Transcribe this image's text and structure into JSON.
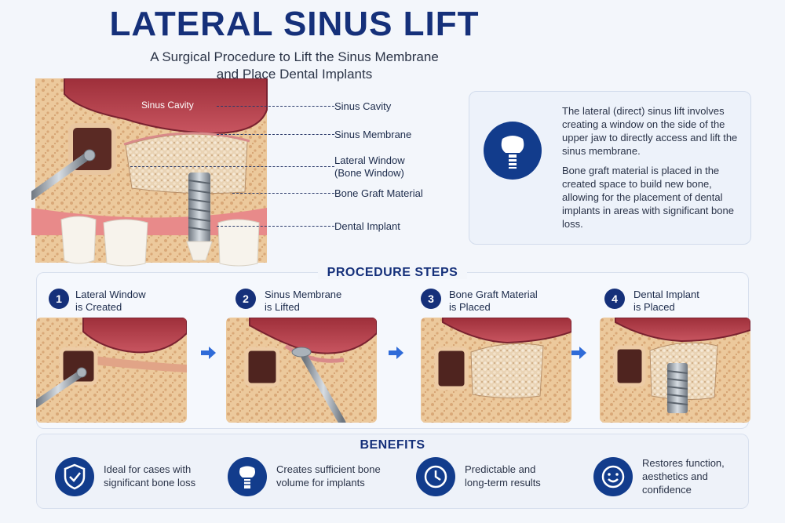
{
  "header": {
    "title": "LATERAL SINUS LIFT",
    "subtitle_line1": "A Surgical Procedure to Lift the Sinus Membrane",
    "subtitle_line2": "and Place Dental Implants"
  },
  "hero": {
    "cavity_text": "Sinus Cavity",
    "labels": [
      {
        "line1": "Sinus Cavity",
        "line2": ""
      },
      {
        "line1": "Sinus Membrane",
        "line2": ""
      },
      {
        "line1": "Lateral Window",
        "line2": "(Bone Window)"
      },
      {
        "line1": "Bone Graft Material",
        "line2": ""
      },
      {
        "line1": "Dental Implant",
        "line2": ""
      }
    ]
  },
  "info": {
    "icon": "tooth-implant-icon",
    "paragraph1": "The lateral (direct) sinus lift involves creating a window on the side of the upper jaw to directly access and lift the sinus membrane.",
    "paragraph2": "Bone graft material is placed in the created space to build new bone, allowing for the placement of dental implants in areas with significant bone loss."
  },
  "steps": {
    "title": "PROCEDURE STEPS",
    "items": [
      {
        "num": "1",
        "line1": "Lateral Window",
        "line2": "is Created"
      },
      {
        "num": "2",
        "line1": "Sinus Membrane",
        "line2": "is Lifted"
      },
      {
        "num": "3",
        "line1": "Bone Graft Material",
        "line2": "is Placed"
      },
      {
        "num": "4",
        "line1": "Dental Implant",
        "line2": "is Placed"
      }
    ]
  },
  "benefits": {
    "title": "BENEFITS",
    "items": [
      {
        "icon": "shield-check-icon",
        "line1": "Ideal for cases with",
        "line2": "significant bone loss",
        "line3": ""
      },
      {
        "icon": "tooth-implant-icon",
        "line1": "Creates sufficient bone",
        "line2": "volume for implants",
        "line3": ""
      },
      {
        "icon": "clock-icon",
        "line1": "Predictable and",
        "line2": "long-term results",
        "line3": ""
      },
      {
        "icon": "smile-icon",
        "line1": "Restores function,",
        "line2": "aesthetics and",
        "line3": "confidence"
      }
    ]
  },
  "colors": {
    "navy": "#15307a",
    "icon_bg": "#123c8c",
    "bone": "#e8c9a0",
    "sinus": "#b23a44",
    "gum": "#e58c8c"
  }
}
